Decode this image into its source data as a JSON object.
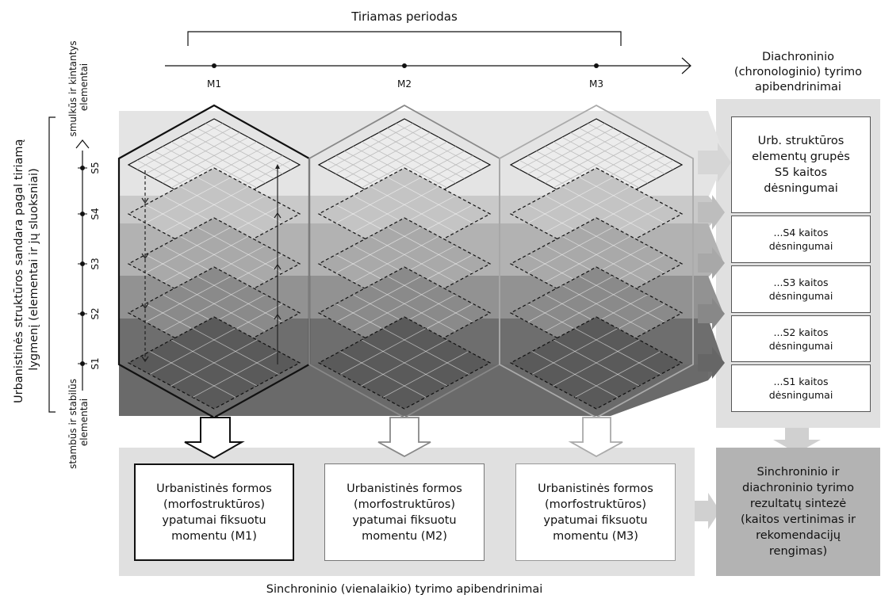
{
  "top_label": "Tiriamas periodas",
  "moments": [
    "M1",
    "M2",
    "M3"
  ],
  "levels": [
    "S5",
    "S4",
    "S3",
    "S2",
    "S1"
  ],
  "left_axis_label": "Urbanistinės struktūros sandara pagal tiriamą\nlygmenį (elementai ir jų sluoksniai)",
  "top_scale_label": "smulkūs ir kintantys\nelementai",
  "bottom_scale_label": "stambūs ir stabilūs\nelementai",
  "diachronic_header": "Diachroninio\n(chronologinio) tyrimo\napibendrinimai",
  "diachronic_boxes": [
    "Urb. struktūros\nelementų grupės\nS5 kaitos\ndėsningumai",
    "...S4 kaitos\ndėsningumai",
    "...S3 kaitos\ndėsningumai",
    "...S2 kaitos\ndėsningumai",
    "...S1 kaitos\ndėsningumai"
  ],
  "synchronic_boxes": [
    "Urbanistinės formos\n(morfostruktūros)\nypatumai fiksuotu\nmomentu (M1)",
    "Urbanistinės formos\n(morfostruktūros)\nypatumai fiksuotu\nmomentu (M2)",
    "Urbanistinės formos\n(morfostruktūros)\nypatumai fiksuotu\nmomentu (M3)"
  ],
  "synthesis_box": "Sinchroninio ir\ndiachroninio tyrimo\nrezultatų sintezė\n(kaitos vertinimas ir\nrekomendacijų\nrengimas)",
  "bottom_label": "Sinchroninio (vienalaikio) tyrimo apibendrinimai",
  "colors": {
    "band_s5": "#e4e4e4",
    "band_s4": "#c9c9c9",
    "band_s3": "#b2b2b2",
    "band_s2": "#929292",
    "band_s1": "#6e6e6e",
    "panel_bg": "#e0e0e0",
    "synthesis_bg": "#b3b3b3"
  }
}
